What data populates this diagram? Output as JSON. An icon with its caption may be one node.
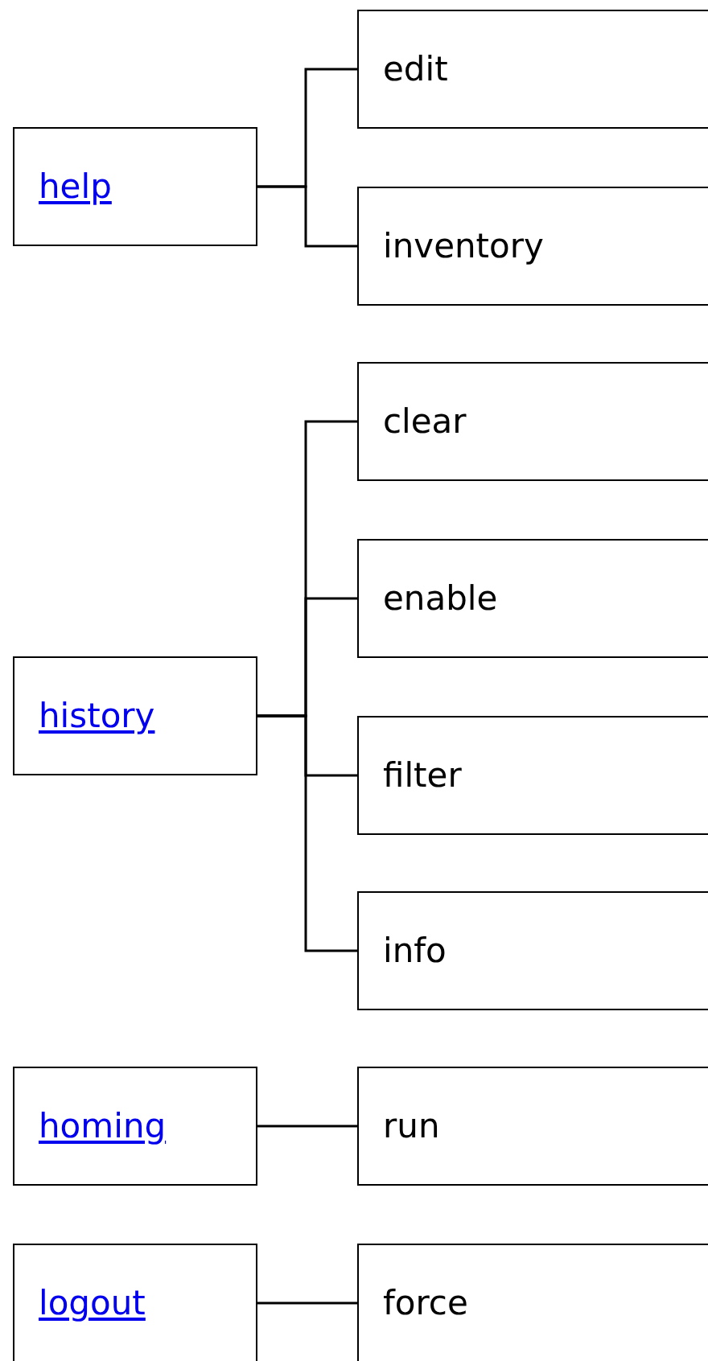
{
  "diagram": {
    "nodes": [
      {
        "text": [
          "help"
        ]
      },
      {
        "text": [
          "edit"
        ]
      },
      {
        "text": [
          "inventory"
        ]
      },
      {
        "text": [
          "history"
        ]
      },
      {
        "text": [
          "clear"
        ]
      },
      {
        "text": [
          "enable"
        ]
      },
      {
        "text": [
          "filter"
        ]
      },
      {
        "text": [
          "info"
        ]
      },
      {
        "text": [
          "homing"
        ]
      },
      {
        "text": [
          "run"
        ]
      },
      {
        "text": [
          "logout"
        ]
      },
      {
        "text": [
          "force"
        ]
      }
    ],
    "edges": [
      {
        "from": 0,
        "to": 1,
        "arrow": "none"
      },
      {
        "from": 0,
        "to": 2,
        "arrow": "none"
      },
      {
        "from": 3,
        "to": 4,
        "arrow": "none"
      },
      {
        "from": 3,
        "to": 5,
        "arrow": "none"
      },
      {
        "from": 3,
        "to": 6,
        "arrow": "none"
      },
      {
        "from": 3,
        "to": 7,
        "arrow": "none"
      },
      {
        "from": 8,
        "to": 9,
        "arrow": "none"
      },
      {
        "from": 10,
        "to": 11,
        "arrow": "none"
      }
    ]
  }
}
